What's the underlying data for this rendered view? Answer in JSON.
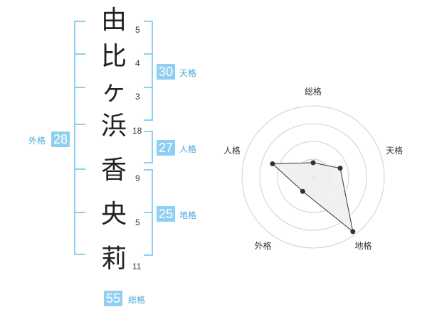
{
  "characters": [
    {
      "char": "由",
      "strokes": "5"
    },
    {
      "char": "比",
      "strokes": "4"
    },
    {
      "char": "ヶ",
      "strokes": "3"
    },
    {
      "char": "浜",
      "strokes": "18"
    },
    {
      "char": "香",
      "strokes": "9"
    },
    {
      "char": "央",
      "strokes": "5"
    },
    {
      "char": "莉",
      "strokes": "11"
    }
  ],
  "kaku": {
    "tenkaku": {
      "value": "30",
      "label": "天格"
    },
    "jinkaku": {
      "value": "27",
      "label": "人格"
    },
    "chikaku": {
      "value": "25",
      "label": "地格"
    },
    "gaikaku": {
      "value": "28",
      "label": "外格"
    },
    "soukaku": {
      "value": "55",
      "label": "総格"
    }
  },
  "colors": {
    "accent": "#8fd0f2",
    "accent_text": "#4ea9d8",
    "polygon_fill": "#eeeeee"
  },
  "chart_data": {
    "type": "radar",
    "axes": [
      "総格",
      "天格",
      "地格",
      "外格",
      "人格"
    ],
    "values": [
      0.2,
      0.4,
      0.95,
      0.25,
      0.6
    ],
    "rings": 4
  }
}
